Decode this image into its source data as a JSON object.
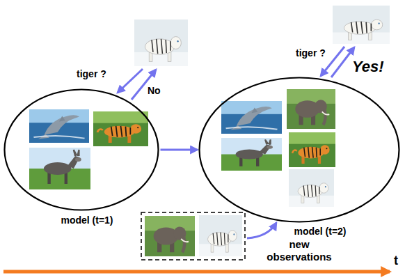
{
  "diagram": {
    "nodes": [
      {
        "text": [
          "model (t=1)"
        ]
      },
      {
        "text": [
          "model (t=2)"
        ]
      }
    ],
    "edges": [
      {
        "from": 0,
        "to": 1,
        "arrow": "to"
      }
    ],
    "labels": [
      "tiger ?",
      "No",
      "tiger ?",
      "Yes!",
      "new observations",
      "t"
    ]
  }
}
